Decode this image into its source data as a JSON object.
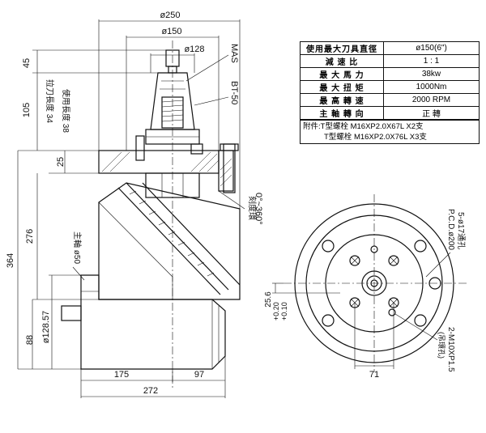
{
  "spec_table": {
    "rows": [
      {
        "label": "使用最大刀具直徑",
        "value": "ø150(6\")"
      },
      {
        "label": "減 速 比",
        "value": "1 : 1"
      },
      {
        "label": "最 大 馬 力",
        "value": "38kw"
      },
      {
        "label": "最 大 扭 矩",
        "value": "1000Nm"
      },
      {
        "label": "最 高 轉 速",
        "value": "2000 RPM"
      },
      {
        "label": "主 軸 轉 向",
        "value": "正 轉"
      }
    ],
    "note_label": "附件:",
    "note_line1": "T型螺栓 M16XP2.0X67L  X2支",
    "note_line2": "T型螺栓 M16XP2.0X76L  X3支"
  },
  "dimensions": {
    "d250": "ø250",
    "d150": "ø150",
    "d128": "ø128",
    "h45": "45",
    "h105": "105",
    "h25": "25",
    "h276": "276",
    "h364": "364",
    "h88": "88",
    "d128_57": "ø128.57",
    "w175": "175",
    "w97": "97",
    "w272": "272",
    "h25_6": "25.6",
    "tol": "+0.20",
    "tol2": "+0.10",
    "w71": "71"
  },
  "labels": {
    "mas": "MAS",
    "bt50": "BT-50",
    "pull_len": "拉刀長度 34",
    "use_len": "使用長度 38",
    "scale": "刻度環",
    "angle": "0°~360°",
    "spindle": "主軸 ø50",
    "holes": "5-ø17通孔",
    "pcd": "P.C.D.ø200",
    "thread": "2-M10XP1.5",
    "lift": "(吊環孔)"
  }
}
